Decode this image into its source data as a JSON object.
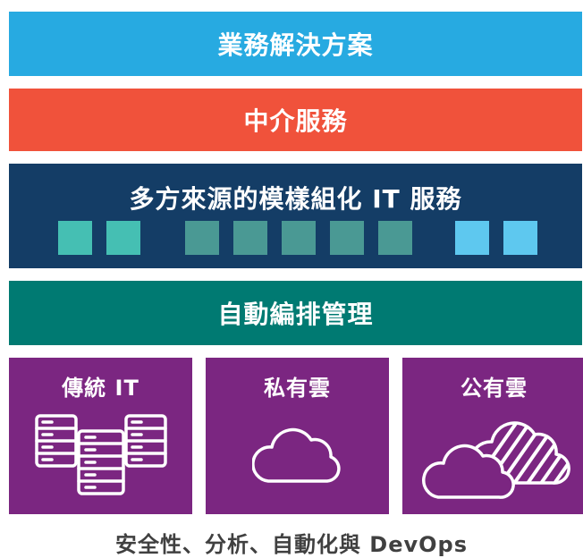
{
  "colors": {
    "business": "#27aae1",
    "middleware": "#f0523b",
    "modular": "#143d66",
    "automation": "#007a72",
    "cloud_panel": "#7b2681",
    "sq_teal": "#45bfb3",
    "sq_green": "#4a9994",
    "sq_blue": "#5ec8ef",
    "footer_text": "#404040"
  },
  "layers": {
    "business_solutions": "業務解決方案",
    "middleware": "中介服務",
    "modular_it_services": "多方來源的模樣組化 IT 服務",
    "automation_management": "自動編排管理"
  },
  "modular_blocks": [
    {
      "group": "teal",
      "icon": "block"
    },
    {
      "group": "teal",
      "icon": "block"
    },
    {
      "group": "green",
      "icon": "block"
    },
    {
      "group": "green",
      "icon": "block"
    },
    {
      "group": "green",
      "icon": "block"
    },
    {
      "group": "green",
      "icon": "block"
    },
    {
      "group": "green",
      "icon": "block"
    },
    {
      "group": "blue",
      "icon": "block"
    },
    {
      "group": "blue",
      "icon": "block"
    }
  ],
  "environments": [
    {
      "label": "傳統 IT",
      "icon": "server-stack-icon"
    },
    {
      "label": "私有雲",
      "icon": "cloud-icon"
    },
    {
      "label": "公有雲",
      "icon": "hybrid-cloud-icon"
    }
  ],
  "footer": "安全性、分析、自動化與 DevOps"
}
